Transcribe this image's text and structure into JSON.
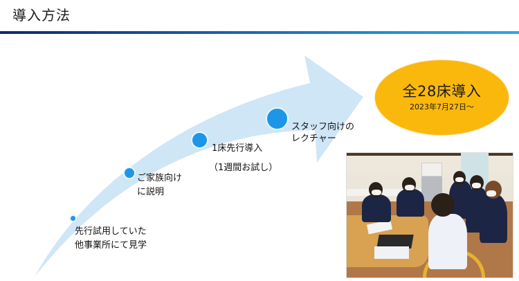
{
  "slide": {
    "title": "導入方法"
  },
  "colors": {
    "title_rule_start": "#0d2a6b",
    "title_rule_end": "#29a8e6",
    "arrow_fill": "#cfe6f7",
    "dot_fill": "#1e96e8",
    "goal_fill": "#fbb80c"
  },
  "steps": [
    {
      "label_line1": "先行試用していた",
      "label_line2": "他事業所にて見学"
    },
    {
      "label_line1": "ご家族向け",
      "label_line2": "に説明"
    },
    {
      "label_line1": "1床先行導入",
      "label_line2": "（1週間お試し）"
    },
    {
      "label_line1": "スタッフ向けの",
      "label_line2": "レクチャー"
    }
  ],
  "goal": {
    "main": "全28床導入",
    "date": "2023年7月27日～"
  },
  "photo": {
    "description": "スタッフ向けレクチャーの様子"
  }
}
